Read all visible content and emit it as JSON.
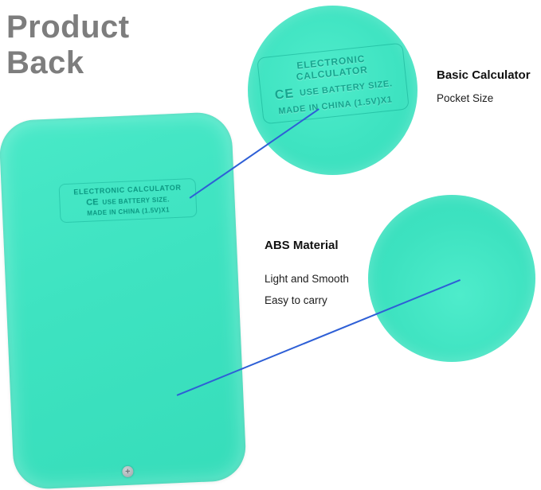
{
  "title": {
    "line1": "Product",
    "line2": "Back"
  },
  "embossed": {
    "line1": "ELECTRONIC CALCULATOR",
    "ce": "CE",
    "line2": "USE BATTERY SIZE.",
    "line3": "MADE IN CHINA (1.5V)X1"
  },
  "annotations": {
    "top_heading": "Basic Calculator",
    "top_sub": "Pocket Size",
    "bottom_heading": "ABS Material",
    "bottom_sub1": "Light and Smooth",
    "bottom_sub2": "Easy to carry"
  },
  "icons": {
    "screw": "screw-cross-icon"
  },
  "colors": {
    "product_teal": "#3ee3c1",
    "title_gray": "#7d7d7d",
    "callout_line_blue": "#2e5fd6",
    "emboss_teal": "#089883"
  }
}
